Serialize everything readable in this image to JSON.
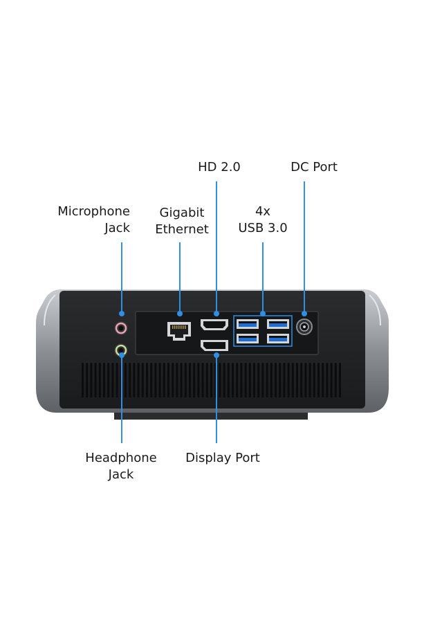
{
  "labels": {
    "hd": "HD 2.0",
    "dc": "DC Port",
    "mic": [
      "Microphone",
      "Jack"
    ],
    "eth": [
      "Gigabit",
      "Ethernet"
    ],
    "usb": [
      "4x",
      "USB 3.0"
    ],
    "headphone": [
      "Headphone",
      "Jack"
    ],
    "displayport": "Display Port"
  },
  "colors": {
    "leader": "#2f8fe4",
    "chassis": "#222426",
    "frame": "#9a9ea3"
  }
}
